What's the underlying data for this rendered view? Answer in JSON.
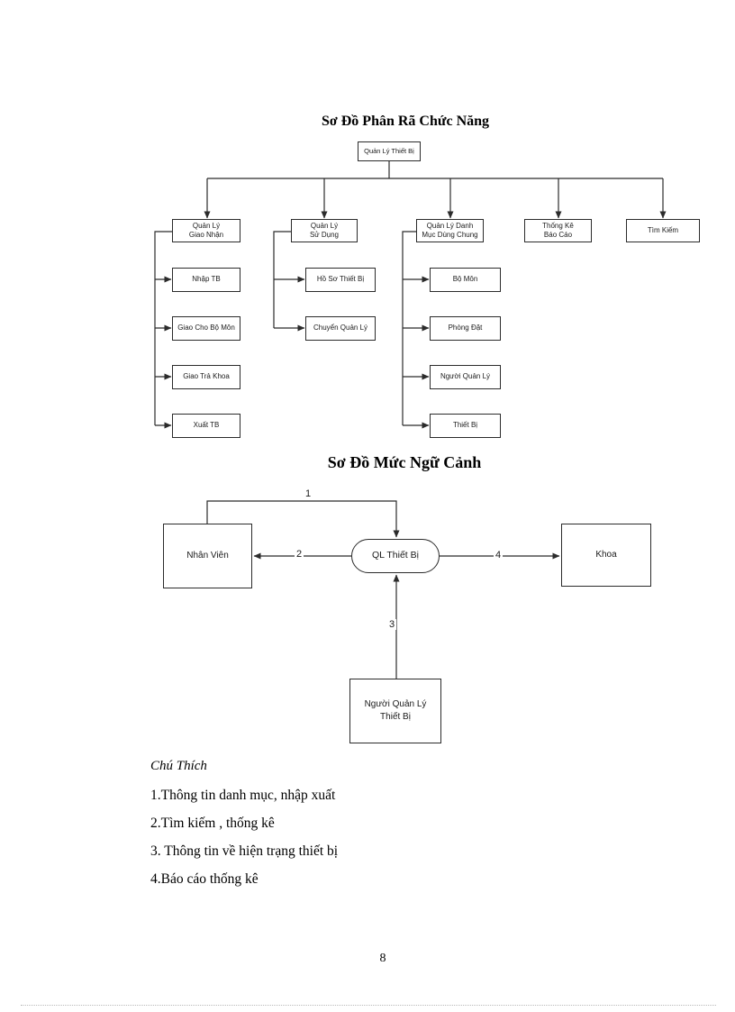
{
  "function_diagram": {
    "title": "Sơ Đồ Phân  Rã Chức Năng",
    "root": {
      "label": "Quản Lý Thiết Bị"
    },
    "branches": [
      {
        "label": "Quản Lý\nGiao Nhận",
        "children": [
          "Nhập TB",
          "Giao Cho Bộ Môn",
          "Giao Trả Khoa",
          "Xuất TB"
        ]
      },
      {
        "label": "Quản Lý\nSử Dụng",
        "children": [
          "Hồ Sơ Thiết Bị",
          "Chuyển Quản Lý"
        ]
      },
      {
        "label": "Quản Lý Danh\nMục Dùng Chung",
        "children": [
          "Bộ Môn",
          "Phòng Đặt",
          "Người Quản Lý",
          "Thiết Bị"
        ]
      },
      {
        "label": "Thống Kê\nBáo Cáo",
        "children": []
      },
      {
        "label": "Tìm Kiếm",
        "children": []
      }
    ]
  },
  "context_diagram": {
    "title": "Sơ Đồ Mức Ngữ Cảnh",
    "process": {
      "label": "QL Thiết Bị"
    },
    "entities": {
      "left": "Nhân Viên",
      "right": "Khoa",
      "bottom": "Người Quản Lý\nThiết Bị"
    },
    "flows": [
      {
        "label": "1"
      },
      {
        "label": "2"
      },
      {
        "label": "3"
      },
      {
        "label": "4"
      }
    ]
  },
  "notes": {
    "heading": "Chú Thích",
    "items": [
      "1.Thông tin danh mục, nhập xuất",
      "2.Tìm kiếm , thống kê",
      "3. Thông tin về hiện trạng thiết bị",
      "4.Báo cáo thống kê"
    ]
  },
  "page": {
    "number": "8"
  },
  "colors": {
    "line": "#2b2b2b",
    "text": "#111111",
    "page_break": "#b9b9b9"
  }
}
